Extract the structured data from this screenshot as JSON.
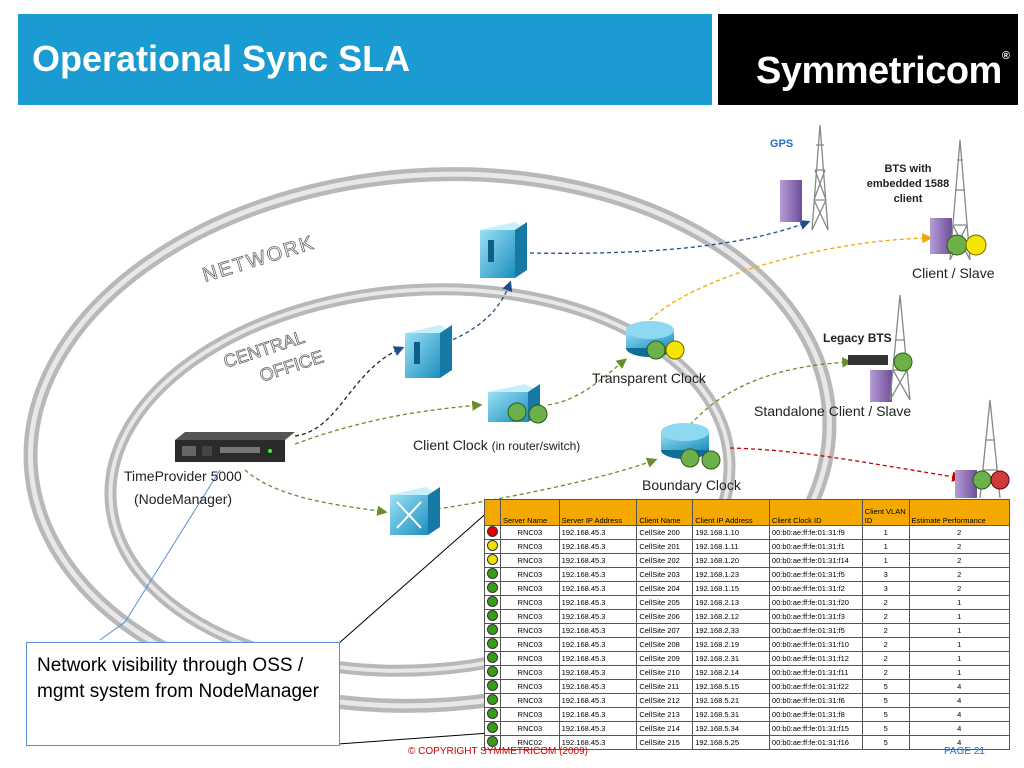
{
  "title": "Operational Sync SLA",
  "logo": {
    "text": "Symmetricom",
    "mark": "®"
  },
  "labels": {
    "network": "NETWORK",
    "central_office": "CENTRAL\nOFFICE",
    "central_line1": "CENTRAL",
    "central_line2": "OFFICE",
    "gps": "GPS",
    "bts_with": "BTS with",
    "embedded": "embedded 1588",
    "client": "client",
    "client_slave": "Client / Slave",
    "legacy_bts": "Legacy BTS",
    "transparent_clock": "Transparent Clock",
    "standalone": "Standalone Client / Slave",
    "client_clock": "Client Clock",
    "client_clock_sub": "(in router/switch)",
    "timeprovider": "TimeProvider 5000",
    "nodemanager": "(NodeManager)",
    "boundary_clock": "Boundary Clock"
  },
  "callout": "Network visibility through OSS / mgmt system from NodeManager",
  "table": {
    "headers": [
      "",
      "Server Name",
      "Server IP Address",
      "Client Name",
      "Client IP Address",
      "Client Clock ID",
      "Client VLAN ID",
      "Estimate Performance"
    ],
    "rows": [
      {
        "status": "#e00000",
        "server": "RNC03",
        "sip": "192.168.45.3",
        "cname": "CellSite 200",
        "cip": "192.168.1.10",
        "cid": "00:b0:ae:ff:fe:01:31:f9",
        "vlan": "1",
        "perf": "2"
      },
      {
        "status": "#f0e000",
        "server": "RNC03",
        "sip": "192.168.45.3",
        "cname": "CellSite 201",
        "cip": "192.168.1.11",
        "cid": "00:b0:ae:ff:fe:01:31:f1",
        "vlan": "1",
        "perf": "2"
      },
      {
        "status": "#f0e000",
        "server": "RNC03",
        "sip": "192.168.45.3",
        "cname": "CellSite 202",
        "cip": "192.168.1.20",
        "cid": "00:b0:ae:ff:fe:01:31:f14",
        "vlan": "1",
        "perf": "2"
      },
      {
        "status": "#3a9a1a",
        "server": "RNC03",
        "sip": "192.168.45.3",
        "cname": "CellSite 203",
        "cip": "192.168.1.23",
        "cid": "00:b0:ae:ff:fe:01:31:f5",
        "vlan": "3",
        "perf": "2"
      },
      {
        "status": "#3a9a1a",
        "server": "RNC03",
        "sip": "192.168.45.3",
        "cname": "CellSite 204",
        "cip": "192.168.1.15",
        "cid": "00:b0:ae:ff:fe:01:31:f2",
        "vlan": "3",
        "perf": "2"
      },
      {
        "status": "#3a9a1a",
        "server": "RNC03",
        "sip": "192.168.45.3",
        "cname": "CellSite 205",
        "cip": "192.168.2.13",
        "cid": "00:b0:ae:ff:fe:01:31:f20",
        "vlan": "2",
        "perf": "1"
      },
      {
        "status": "#3a9a1a",
        "server": "RNC03",
        "sip": "192.168.45.3",
        "cname": "CellSite 206",
        "cip": "192.168.2.12",
        "cid": "00:b0:ae:ff:fe:01:31:f3",
        "vlan": "2",
        "perf": "1"
      },
      {
        "status": "#3a9a1a",
        "server": "RNC03",
        "sip": "192.168.45.3",
        "cname": "CellSite 207",
        "cip": "192.168.2.33",
        "cid": "00:b0:ae:ff:fe:01:31:f5",
        "vlan": "2",
        "perf": "1"
      },
      {
        "status": "#3a9a1a",
        "server": "RNC03",
        "sip": "192.168.45.3",
        "cname": "CellSite 208",
        "cip": "192.168.2.19",
        "cid": "00:b0:ae:ff:fe:01:31:f10",
        "vlan": "2",
        "perf": "1"
      },
      {
        "status": "#3a9a1a",
        "server": "RNC03",
        "sip": "192.168.45.3",
        "cname": "CellSite 209",
        "cip": "192.168.2.31",
        "cid": "00:b0:ae:ff:fe:01:31:f12",
        "vlan": "2",
        "perf": "1"
      },
      {
        "status": "#3a9a1a",
        "server": "RNC03",
        "sip": "192.168.45.3",
        "cname": "CellSite 210",
        "cip": "192.168.2.14",
        "cid": "00:b0:ae:ff:fe:01:31:f11",
        "vlan": "2",
        "perf": "1"
      },
      {
        "status": "#3a9a1a",
        "server": "RNC03",
        "sip": "192.168.45.3",
        "cname": "CellSite 211",
        "cip": "192.168.5.15",
        "cid": "00:b0:ae:ff:fe:01:31:f22",
        "vlan": "5",
        "perf": "4"
      },
      {
        "status": "#3a9a1a",
        "server": "RNC03",
        "sip": "192.168.45.3",
        "cname": "CellSite 212",
        "cip": "192.168.5.21",
        "cid": "00:b0:ae:ff:fe:01:31:f6",
        "vlan": "5",
        "perf": "4"
      },
      {
        "status": "#3a9a1a",
        "server": "RNC03",
        "sip": "192.168.45.3",
        "cname": "CellSite 213",
        "cip": "192.168.5.31",
        "cid": "00:b0:ae:ff:fe:01:31:f8",
        "vlan": "5",
        "perf": "4"
      },
      {
        "status": "#3a9a1a",
        "server": "RNC03",
        "sip": "192.168.45.3",
        "cname": "CellSite 214",
        "cip": "192.168.5.34",
        "cid": "00:b0:ae:ff:fe:01:31:f15",
        "vlan": "5",
        "perf": "4"
      },
      {
        "status": "#3a9a1a",
        "server": "RNC02",
        "sip": "192.168.45.3",
        "cname": "CellSite 215",
        "cip": "192.168.5.25",
        "cid": "00:b0:ae:ff:fe:01:31:f16",
        "vlan": "5",
        "perf": "4"
      }
    ]
  },
  "footer": {
    "copyright": "© COPYRIGHT SYMMETRICOM (2009)",
    "page": "PAGE 21"
  },
  "colors": {
    "title_bg": "#1a9bd1",
    "header_orange": "#f5a800",
    "status_red": "#e00000",
    "status_yellow": "#f0e000",
    "status_green": "#3a9a1a"
  }
}
